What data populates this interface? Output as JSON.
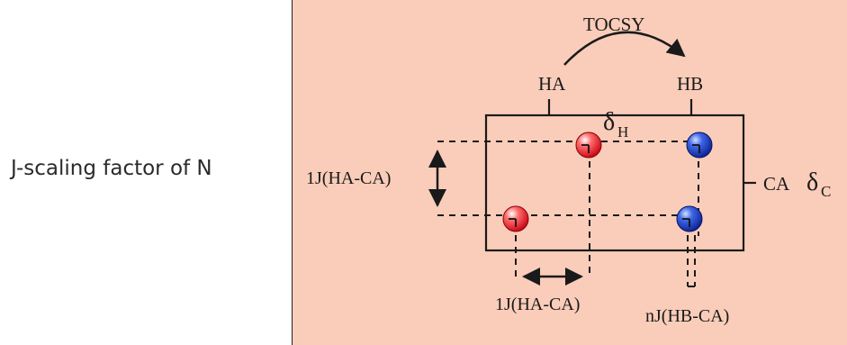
{
  "side_label": "J-scaling factor of N",
  "diagram": {
    "transfer_label": "TOCSY",
    "ha_label": "HA",
    "hb_label": "HB",
    "dim_h_main": "δ",
    "dim_h_sub": "H",
    "ca_label": "CA",
    "dim_c_main": "δ",
    "dim_c_sub": "C",
    "vertical_coupling": "1J(HA-CA)",
    "horizontal_coupling": "1J(HA-CA)",
    "nj_coupling": "nJ(HB-CA)",
    "colors": {
      "background": "#f9cdb9",
      "ha_peak": "#e0141e",
      "hb_peak": "#1a3bbf"
    }
  }
}
